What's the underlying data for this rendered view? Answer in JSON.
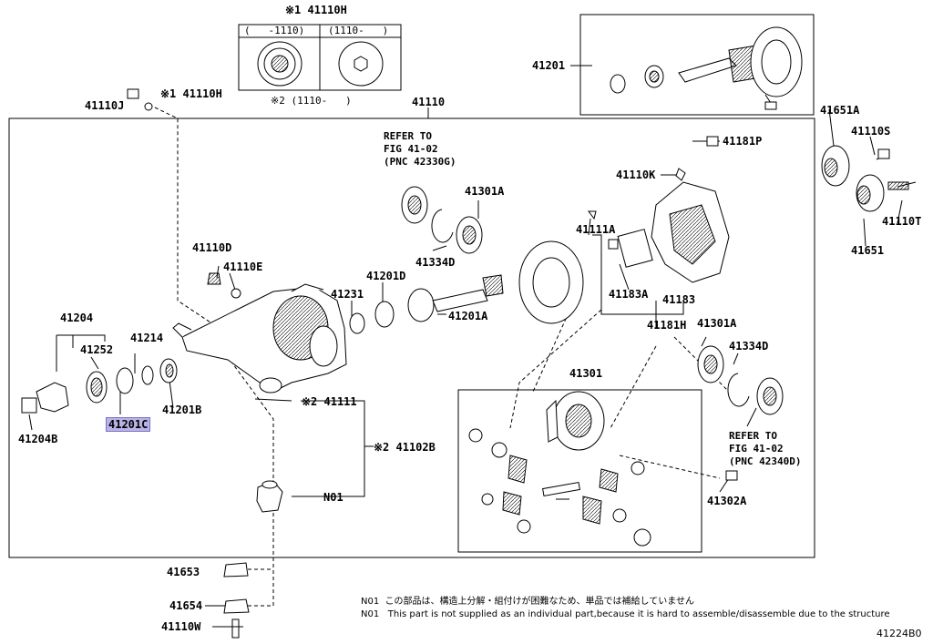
{
  "inset_top": {
    "part_label": "※1 41110H",
    "col_a": "(   -1110)",
    "col_b": "(1110-   )",
    "footnote": "※2 (1110-   )"
  },
  "labels": {
    "p41110J": "41110J",
    "p41110H_top": "※1 41110H",
    "p41110": "41110",
    "p41201": "41201",
    "p41651A": "41651A",
    "p41110S": "41110S",
    "p41110T": "41110T",
    "p41651": "41651",
    "p41181P": "41181P",
    "p41110K": "41110K",
    "p41111A": "41111A",
    "p41183A": "41183A",
    "p41183": "41183",
    "p41181H": "41181H",
    "p41301A_top": "41301A",
    "p41334D_top": "41334D",
    "p41301A_right": "41301A",
    "p41334D_right": "41334D",
    "p41201D": "41201D",
    "p41231": "41231",
    "p41201A": "41201A",
    "p41110D": "41110D",
    "p41110E": "41110E",
    "p41204": "41204",
    "p41252": "41252",
    "p41214": "41214",
    "p41201C": "41201C",
    "p41201B": "41201B",
    "p41204B": "41204B",
    "p41111": "※2 41111",
    "p41102B": "※2 41102B",
    "pN01": "N01",
    "p41301": "41301",
    "p41302A": "41302A",
    "p41653": "41653",
    "p41654": "41654",
    "p41110W": "41110W",
    "refer_top": "REFER TO\nFIG 41-02\n(PNC 42330G)",
    "refer_right": "REFER TO\nFIG 41-02\n(PNC 42340D)"
  },
  "notes": {
    "jp": "N01  この部品は、構造上分解・組付けが困難なため、単品では補給していません",
    "en": "N01   This part is not supplied as an individual part,because it is hard to assemble/disassemble due to the structure"
  },
  "figure_id": "41224B0"
}
